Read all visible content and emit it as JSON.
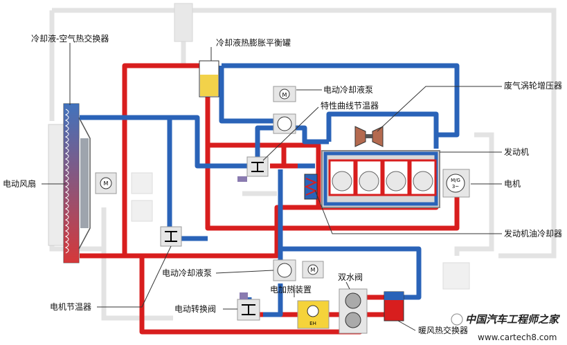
{
  "labels": {
    "radiator": "冷却液-空气热交换器",
    "expansion_tank": "冷却液热膨胀平衡罐",
    "coolant_pump_top": "电动冷却液泵",
    "map_thermostat": "特性曲线节温器",
    "turbocharger": "废气涡轮增压器",
    "engine": "发动机",
    "fan": "电动风扇",
    "motor": "电机",
    "oil_cooler": "发动机油冷却器",
    "coolant_pump_bottom": "电动冷却液泵",
    "motor_thermostat": "电机节温器",
    "electric_heater": "电加热装置",
    "twin_valve": "双水阀",
    "switch_valve": "电动转换阀",
    "heater_core": "暖风热交换器"
  },
  "icons": {
    "pump_motor": "M",
    "motor_generator": "M/G\n3~",
    "heater_text": "EH"
  },
  "watermark": {
    "brand": "中国汽车工程师之家",
    "url": "www.cartech8.com"
  },
  "colors": {
    "hot": "#d81e1e",
    "cold": "#2a63b8",
    "pipe_inactive": "#e3e3e3",
    "tank_fluid": "#f2d24a",
    "heater_box": "#f5d33a"
  }
}
